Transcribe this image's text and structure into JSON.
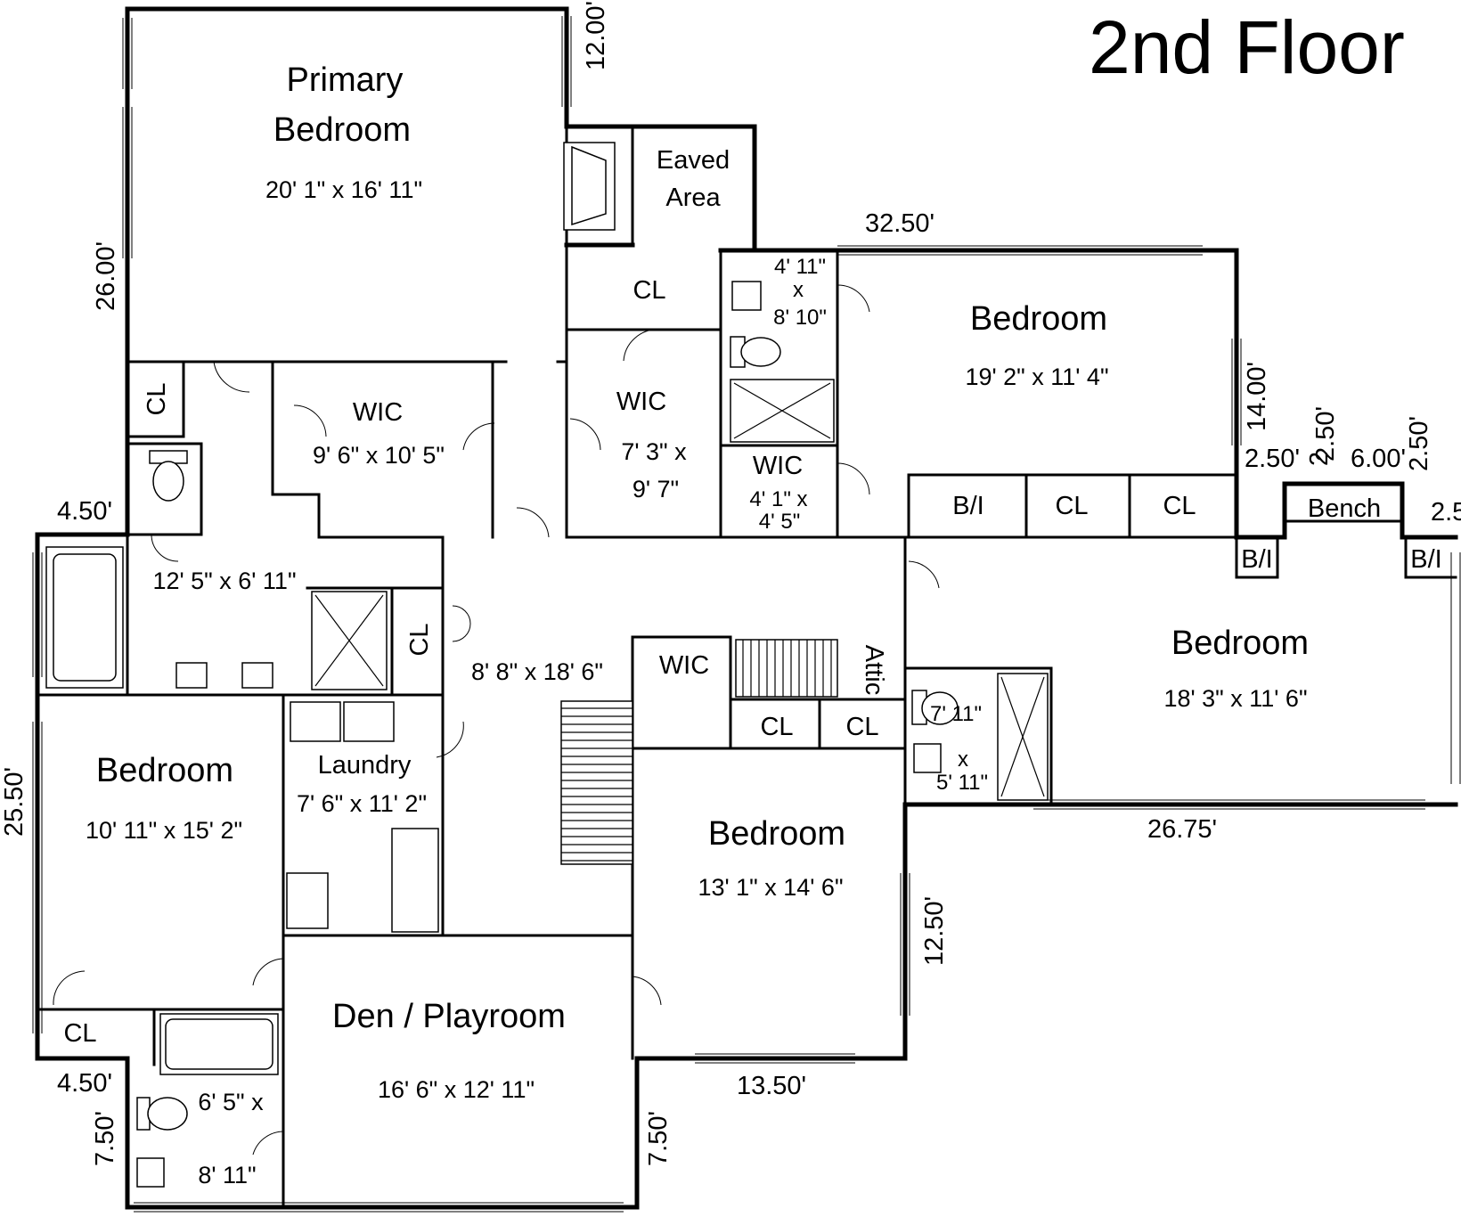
{
  "title": "2nd Floor",
  "rooms": {
    "primary_bedroom": {
      "name_line1": "Primary",
      "name_line2": "Bedroom",
      "dims": "20' 1\" x 16' 11\""
    },
    "eaved_area": {
      "line1": "Eaved",
      "line2": "Area"
    },
    "primary_wic": {
      "name": "WIC",
      "dims": "9' 6\" x 10' 5\""
    },
    "primary_bath": {
      "dims": "12' 5\" x 6' 11\""
    },
    "wic_center": {
      "name": "WIC",
      "dims_line1": "7' 3\" x",
      "dims_line2": "9' 7\""
    },
    "bath_small": {
      "line1": "4' 11\"",
      "line2": "x",
      "line3": "8' 10\""
    },
    "wic_small": {
      "name": "WIC",
      "dims_line1": "4' 1\" x",
      "dims_line2": "4' 5\""
    },
    "bedroom_ne": {
      "name": "Bedroom",
      "dims": "19' 2\" x 11' 4\""
    },
    "bedroom_e": {
      "name": "Bedroom",
      "dims": "18' 3\" x 11' 6\""
    },
    "hall": {
      "dims": "8' 8\" x 18' 6\""
    },
    "laundry": {
      "name": "Laundry",
      "dims": "7' 6\" x 11' 2\""
    },
    "bedroom_w": {
      "name": "Bedroom",
      "dims": "10' 11\" x 15' 2\""
    },
    "bedroom_s": {
      "name": "Bedroom",
      "dims": "13' 1\" x 14' 6\""
    },
    "wic_s": {
      "name": "WIC"
    },
    "attic": {
      "name": "Attic"
    },
    "bath_e": {
      "line1": "7' 11\"",
      "line2": "x",
      "line3": "5' 11\""
    },
    "den": {
      "name": "Den / Playroom",
      "dims": "16' 6\" x 12' 11\""
    },
    "bath_sw": {
      "line1": "6' 5\" x",
      "line2": "8' 11\""
    }
  },
  "labels": {
    "cl": "CL",
    "bi": "B/I",
    "bench": "Bench"
  },
  "exterior_dims": {
    "d_12_00": "12.00'",
    "d_26_00": "26.00'",
    "d_32_50": "32.50'",
    "d_14_00": "14.00'",
    "d_2_50_a": "2.50'",
    "d_2_50_b": "2.50'",
    "d_2_50_c": "2.50'",
    "d_6_00": "6.00'",
    "d_2_5_cut": "2.5",
    "d_2_cut": "2",
    "d_4_50_top": "4.50'",
    "d_25_50": "25.50'",
    "d_26_75": "26.75'",
    "d_12_50": "12.50'",
    "d_4_50_bot": "4.50'",
    "d_13_50": "13.50'",
    "d_7_50_left": "7.50'",
    "d_7_50_right": "7.50'"
  }
}
